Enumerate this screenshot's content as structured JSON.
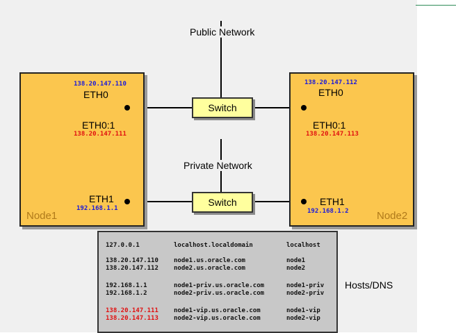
{
  "networks": {
    "public_label": "Public Network",
    "private_label": "Private Network"
  },
  "switches": {
    "public": "Switch",
    "private": "Switch"
  },
  "node1": {
    "name": "Node1",
    "eth0_label": "ETH0",
    "eth0_ip": "138.20.147.110",
    "eth0_1_label": "ETH0:1",
    "eth0_1_ip": "138.20.147.111",
    "eth1_label": "ETH1",
    "eth1_ip": "192.168.1.1"
  },
  "node2": {
    "name": "Node2",
    "eth0_label": "ETH0",
    "eth0_ip": "138.20.147.112",
    "eth0_1_label": "ETH0:1",
    "eth0_1_ip": "138.20.147.113",
    "eth1_label": "ETH1",
    "eth1_ip": "192.168.1.2"
  },
  "hosts": {
    "label": "Hosts/DNS",
    "rows": [
      {
        "ip": "127.0.0.1",
        "fqdn": "localhost.localdomain",
        "alias": "localhost"
      },
      {
        "ip": "138.20.147.110",
        "fqdn": "node1.us.oracle.com",
        "alias": "node1"
      },
      {
        "ip": "138.20.147.112",
        "fqdn": "node2.us.oracle.com",
        "alias": "node2"
      },
      {
        "ip": "192.168.1.1",
        "fqdn": "node1-priv.us.oracle.com",
        "alias": "node1-priv"
      },
      {
        "ip": "192.168.1.2",
        "fqdn": "node2-priv.us.oracle.com",
        "alias": "node2-priv"
      },
      {
        "ip": "138.20.147.111",
        "fqdn": "node1-vip.us.oracle.com",
        "alias": "node1-vip"
      },
      {
        "ip": "138.20.147.113",
        "fqdn": "node2-vip.us.oracle.com",
        "alias": "node2-vip"
      }
    ]
  },
  "colors": {
    "node_fill": "#fbc64e",
    "switch_fill": "#ffff9e",
    "public_ip": "#1a1adb",
    "vip": "#e01010",
    "table_fill": "#c8c8c8"
  }
}
